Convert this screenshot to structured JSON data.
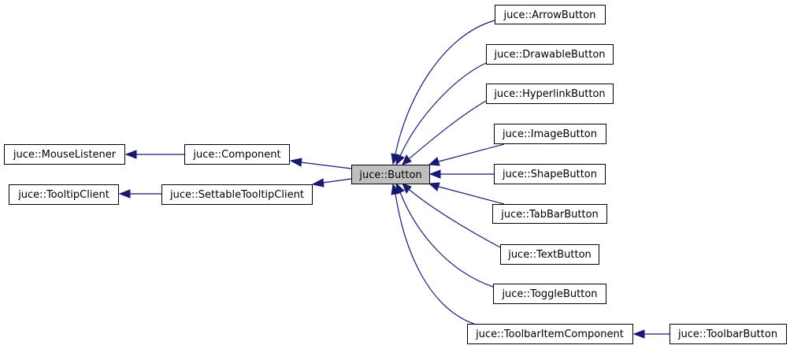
{
  "diagram": {
    "nodes": {
      "mouse_listener": "juce::MouseListener",
      "tooltip_client": "juce::TooltipClient",
      "component": "juce::Component",
      "settable_tooltip_client": "juce::SettableTooltipClient",
      "button": "juce::Button",
      "arrow_button": "juce::ArrowButton",
      "drawable_button": "juce::DrawableButton",
      "hyperlink_button": "juce::HyperlinkButton",
      "image_button": "juce::ImageButton",
      "shape_button": "juce::ShapeButton",
      "tab_bar_button": "juce::TabBarButton",
      "text_button": "juce::TextButton",
      "toggle_button": "juce::ToggleButton",
      "toolbar_item_component": "juce::ToolbarItemComponent",
      "toolbar_button": "juce::ToolbarButton"
    },
    "edges": [
      {
        "from": "component",
        "to": "mouse_listener"
      },
      {
        "from": "settable_tooltip_client",
        "to": "tooltip_client"
      },
      {
        "from": "button",
        "to": "component"
      },
      {
        "from": "button",
        "to": "settable_tooltip_client"
      },
      {
        "from": "arrow_button",
        "to": "button"
      },
      {
        "from": "drawable_button",
        "to": "button"
      },
      {
        "from": "hyperlink_button",
        "to": "button"
      },
      {
        "from": "image_button",
        "to": "button"
      },
      {
        "from": "shape_button",
        "to": "button"
      },
      {
        "from": "tab_bar_button",
        "to": "button"
      },
      {
        "from": "text_button",
        "to": "button"
      },
      {
        "from": "toggle_button",
        "to": "button"
      },
      {
        "from": "toolbar_item_component",
        "to": "button"
      },
      {
        "from": "toolbar_button",
        "to": "toolbar_item_component"
      }
    ],
    "colors": {
      "edge": "#191970",
      "highlight_fill": "#bfbfbf"
    }
  }
}
